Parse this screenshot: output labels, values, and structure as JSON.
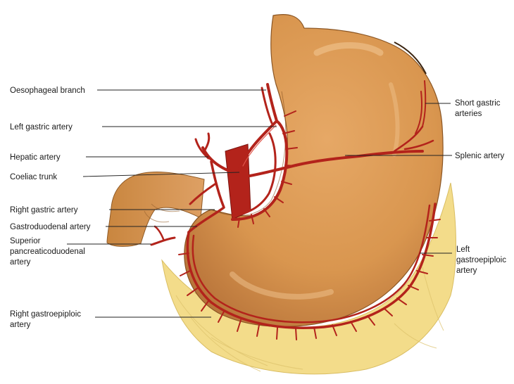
{
  "labels": {
    "oesophageal_branch": "Oesophageal branch",
    "left_gastric_artery": "Left gastric artery",
    "hepatic_artery": "Hepatic artery",
    "coeliac_trunk": "Coeliac trunk",
    "right_gastric_artery": "Right gastric artery",
    "gastroduodenal_artery": "Gastroduodenal artery",
    "superior_pancreaticoduodenal_artery": [
      "Superior",
      "pancreaticoduodenal",
      "artery"
    ],
    "right_gastroepiploic_artery": [
      "Right gastroepiploic",
      "artery"
    ],
    "short_gastric_arteries": [
      "Short gastric",
      "arteries"
    ],
    "splenic_artery": "Splenic artery",
    "left_gastroepiploic_artery": [
      "Left",
      "gastroepiploic",
      "artery"
    ]
  },
  "colors": {
    "stomach": "#d9964f",
    "stomach_shadow": "#b8743a",
    "artery": "#b3231b",
    "omentum": "#f3dc8a",
    "background": "#ffffff"
  }
}
